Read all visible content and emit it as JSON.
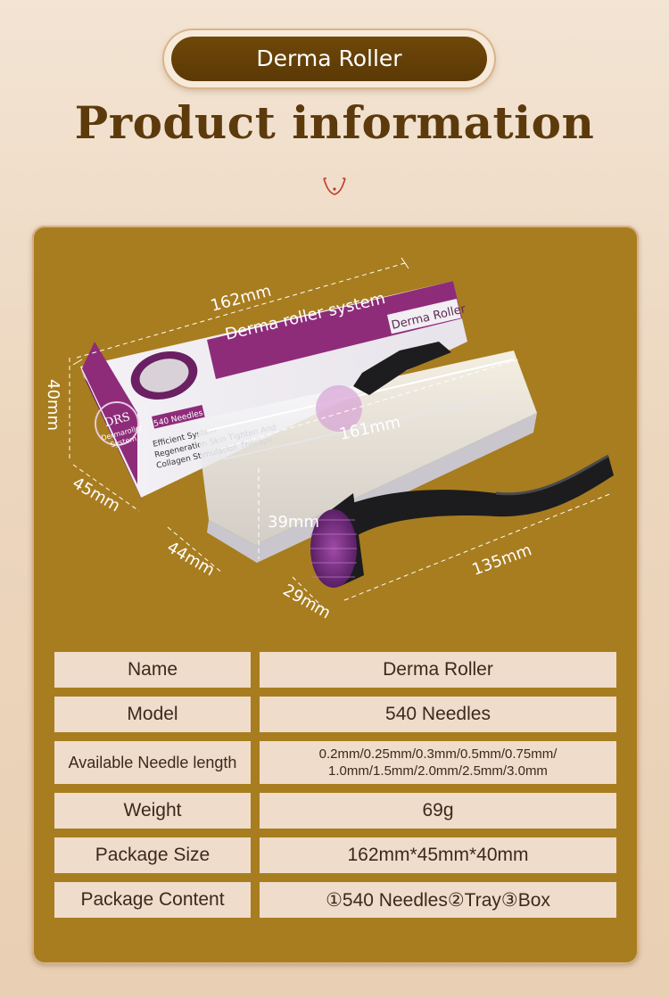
{
  "header": {
    "badge": "Derma Roller",
    "title": "Product information"
  },
  "product_image": {
    "box_text": {
      "brand": "DRS",
      "sub": "Dermaroller",
      "sub2": "System",
      "needles": "540 Needles",
      "tagline": "Derma roller system",
      "side_label": "Derma Roller",
      "copy_1": "Efficient System",
      "copy_2": "Regeneration Skin Tighten And",
      "copy_3": "Collagen Stimulation Therapy"
    },
    "dimensions": {
      "box_length": "162mm",
      "box_height": "40mm",
      "box_depth": "45mm",
      "tray_length": "161mm",
      "tray_height": "39mm",
      "tray_depth": "44mm",
      "roller_length": "135mm",
      "roller_width": "29mm"
    }
  },
  "specs": {
    "rows": [
      {
        "label": "Name",
        "value": "Derma Roller"
      },
      {
        "label": "Model",
        "value": "540 Needles"
      },
      {
        "label": "Available Needle length",
        "value_line1": "0.2mm/0.25mm/0.3mm/0.5mm/0.75mm/",
        "value_line2": "1.0mm/1.5mm/2.0mm/2.5mm/3.0mm"
      },
      {
        "label": "Weight",
        "value": "69g"
      },
      {
        "label": "Package Size",
        "value": "162mm*45mm*40mm"
      },
      {
        "label": "Package Content",
        "value": "①540 Needles②Tray③Box"
      }
    ]
  },
  "colors": {
    "badge_bg": "#5b3906",
    "title": "#5c3a0c",
    "panel": "#a87d1f",
    "cell": "#efdccb",
    "box_purple": "#8e2c7a"
  }
}
